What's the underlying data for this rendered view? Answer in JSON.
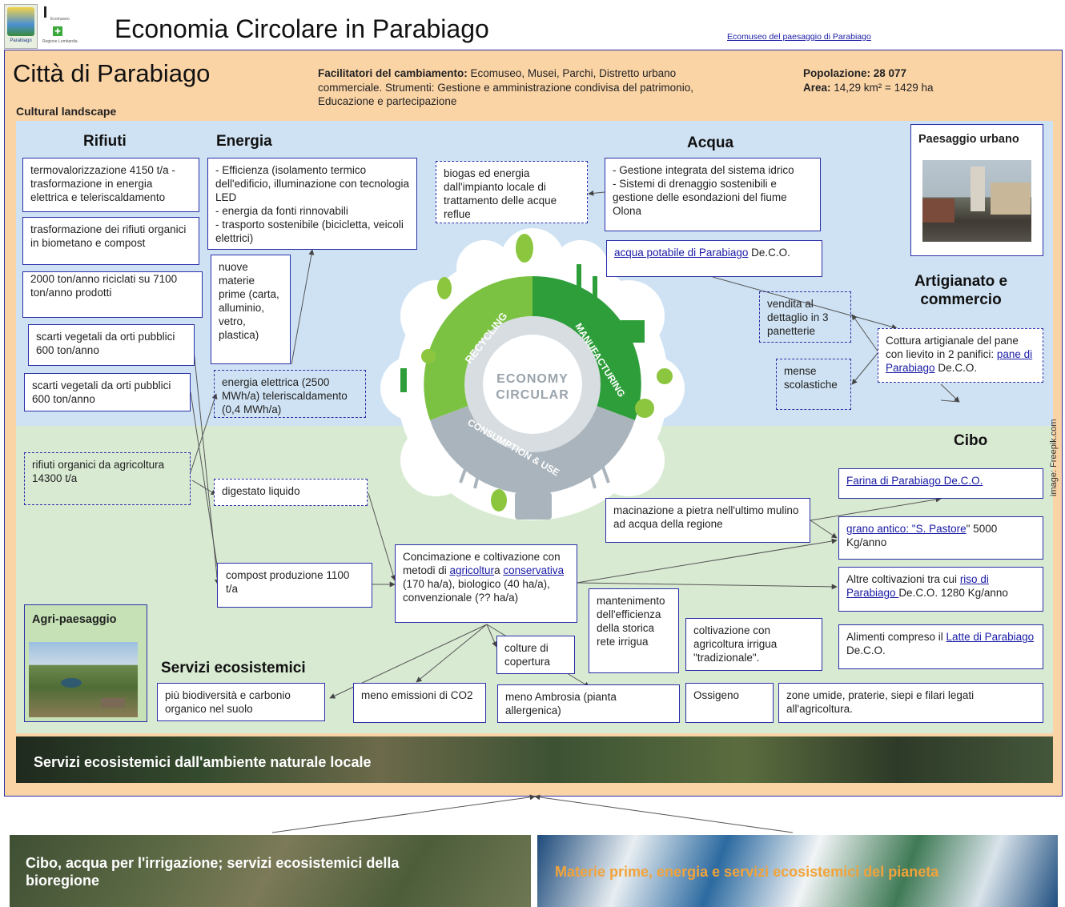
{
  "header": {
    "title": "Economia Circolare in Parabiago",
    "logo_caption_1": "Ecomuseo",
    "logo_caption_2": "Regione Lombardia",
    "logo_caption_3": "Parabiago",
    "ecomuseo_link": "Ecomuseo del paesaggio di Parabiago"
  },
  "city": {
    "name": "Città di Parabiago",
    "cultural_landscape": "Cultural landscape",
    "facilitators_label": "Facilitatori del cambiamento:",
    "facilitators_text": " Ecomuseo, Musei, Parchi, Distretto urbano commerciale. Strumenti: Gestione e amministrazione condivisa del patrimonio, Educazione e partecipazione",
    "population_label": "Popolazione: 28 077",
    "area_label": "Area:",
    "area_value": " 14,29 km² = 1429 ha"
  },
  "sections": {
    "rifiuti": "Rifiuti",
    "energia": "Energia",
    "acqua": "Acqua",
    "paesaggio_urbano": "Paesaggio urbano",
    "artigianato": "Artigianato e commercio",
    "cibo": "Cibo",
    "agri_paesaggio": "Agri-paesaggio",
    "servizi": "Servizi ecosistemici"
  },
  "boxes": {
    "termo": "termovalorizzazione 4150 t/a - trasformazione in energia elettrica e teleriscaldamento",
    "organici": "trasformazione dei rifiuti organici in biometano e compost",
    "riciclati": "2000 ton/anno riciclati su  7100 ton/anno prodotti",
    "scarti1": "scarti vegetali da orti pubblici 600 ton/anno",
    "scarti2": "scarti vegetali da orti pubblici 600 ton/anno",
    "rifiuti_agri": "rifiuti organici da agricoltura 14300 t/a",
    "energia_eff": "- Efficienza (isolamento termico dell'edificio, illuminazione con tecnologia LED\n- energia da fonti rinnovabili\n- trasporto sostenibile (bicicletta, veicoli elettrici)",
    "materie": "nuove materie prime (carta, alluminio, vetro, plastica)",
    "energia_el": "energia elettrica (2500 MWh/a) teleriscaldamento (0,4 MWh/a)",
    "biogas": "biogas ed energia dall'impianto locale di trattamento delle acque reflue",
    "acqua_gest": "- Gestione integrata del sistema idrico\n- Sistemi di drenaggio sostenibili e gestione delle esondazioni del fiume Olona",
    "acqua_potabile_link": "acqua potabile di Parabiago",
    "acqua_potabile_rest": " De.C.O.",
    "vendita": "vendita al dettaglio in 3 panetterie",
    "mense": "mense scolastiche",
    "cottura_text": "Cottura artigianale del pane con lievito in 2 panifici: ",
    "cottura_link": "pane di Parabiago",
    "cottura_rest": " De.C.O.",
    "farina_link": "Farina di Parabiago  De.C.O.",
    "macinazione": "macinazione a pietra nell'ultimo mulino ad acqua della regione",
    "grano_link": "grano antico: \"S. Pastore",
    "grano_rest": "\" 5000 Kg/anno",
    "digestato": "digestato liquido",
    "compost": "compost produzione 1100 t/a",
    "concim_1": "Concimazione e coltivazione con metodi di ",
    "concim_link1": "agricoltur",
    "concim_2": "a ",
    "concim_link2": "conservativa",
    "concim_3": " (170 ha/a), biologico (40 ha/a), convenzionale (?? ha/a)",
    "altre_1": "Altre coltivazioni tra cui  ",
    "altre_link": "riso di Parabiago ",
    "altre_rest": "De.C.O. 1280 Kg/anno",
    "mantenimento": "mantenimento dell'efficienza della storica rete irrigua",
    "coltivazione_irrigua": "coltivazione con agricoltura irrigua \"tradizionale\".",
    "alimenti_1": "Alimenti compreso il ",
    "alimenti_link": "Latte di Parabiago ",
    "alimenti_rest": "De.C.O.",
    "colture": "colture di copertura",
    "biodiversita": "più biodiversità e carbonio organico nel suolo",
    "emissioni": "meno emissioni di CO2",
    "ambrosia": "meno Ambrosia (pianta allergenica)",
    "ossigeno": "Ossigeno",
    "zone_umide": "zone umide, praterie, siepi e filari legati all'agricoltura."
  },
  "wheel": {
    "center_1": "ECONOMY",
    "center_2": "CIRCULAR",
    "recycling": "RECYCLING",
    "manufacturing": "MANUFACTURING",
    "consumption": "CONSUMPTION & USE"
  },
  "credit": "image: Freepik.com",
  "banners": {
    "locale": "Servizi ecosistemici dall'ambiente naturale locale",
    "bioregione": "Cibo, acqua per l'irrigazione; servizi ecosistemici della bioregione",
    "pianeta": "Materie prime, energia e servizi ecosistemici del pianeta"
  },
  "colors": {
    "orange_bg": "#fbd4a6",
    "blue_bg": "#cfe2f3",
    "green_bg": "#d9ead3",
    "border_blue": "#2a2fa8",
    "link_blue": "#1a1aa6"
  }
}
